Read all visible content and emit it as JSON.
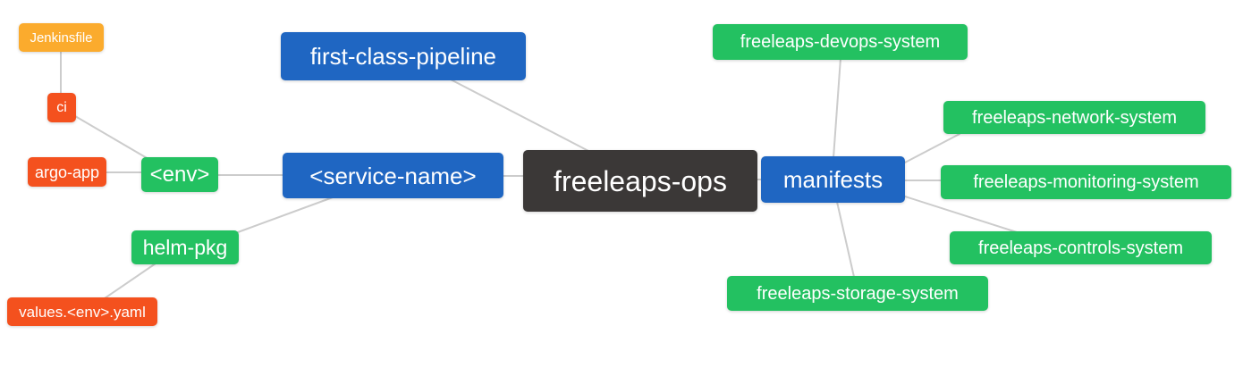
{
  "diagram": {
    "type": "mindmap",
    "root": "freeleaps_ops",
    "background": "#ffffff",
    "colors": {
      "blue": "#1f66c2",
      "green": "#23c161",
      "red": "#f4511e",
      "orange": "#fbab2d",
      "dark": "#3b3837",
      "line": "#cccccc",
      "text": "#ffffff"
    },
    "nodes": {
      "jenkinsfile": {
        "label": "Jenkinsfile",
        "color": "orange"
      },
      "ci": {
        "label": "ci",
        "color": "red"
      },
      "argo_app": {
        "label": "argo-app",
        "color": "red"
      },
      "env": {
        "label": "<env>",
        "color": "green"
      },
      "helm_pkg": {
        "label": "helm-pkg",
        "color": "green"
      },
      "values_env_yaml": {
        "label": "values.<env>.yaml",
        "color": "red"
      },
      "first_class_pipeline": {
        "label": "first-class-pipeline",
        "color": "blue"
      },
      "service_name": {
        "label": "<service-name>",
        "color": "blue"
      },
      "freeleaps_ops": {
        "label": "freeleaps-ops",
        "color": "dark"
      },
      "manifests": {
        "label": "manifests",
        "color": "blue"
      },
      "devops_system": {
        "label": "freeleaps-devops-system",
        "color": "green"
      },
      "network_system": {
        "label": "freeleaps-network-system",
        "color": "green"
      },
      "monitoring_system": {
        "label": "freeleaps-monitoring-system",
        "color": "green"
      },
      "controls_system": {
        "label": "freeleaps-controls-system",
        "color": "green"
      },
      "storage_system": {
        "label": "freeleaps-storage-system",
        "color": "green"
      }
    },
    "edges": [
      {
        "from": "freeleaps_ops",
        "to": "first_class_pipeline"
      },
      {
        "from": "freeleaps_ops",
        "to": "service_name"
      },
      {
        "from": "freeleaps_ops",
        "to": "manifests"
      },
      {
        "from": "service_name",
        "to": "env"
      },
      {
        "from": "service_name",
        "to": "helm_pkg"
      },
      {
        "from": "env",
        "to": "ci"
      },
      {
        "from": "env",
        "to": "argo_app"
      },
      {
        "from": "ci",
        "to": "jenkinsfile"
      },
      {
        "from": "helm_pkg",
        "to": "values_env_yaml"
      },
      {
        "from": "manifests",
        "to": "devops_system"
      },
      {
        "from": "manifests",
        "to": "network_system"
      },
      {
        "from": "manifests",
        "to": "monitoring_system"
      },
      {
        "from": "manifests",
        "to": "controls_system"
      },
      {
        "from": "manifests",
        "to": "storage_system"
      }
    ]
  }
}
